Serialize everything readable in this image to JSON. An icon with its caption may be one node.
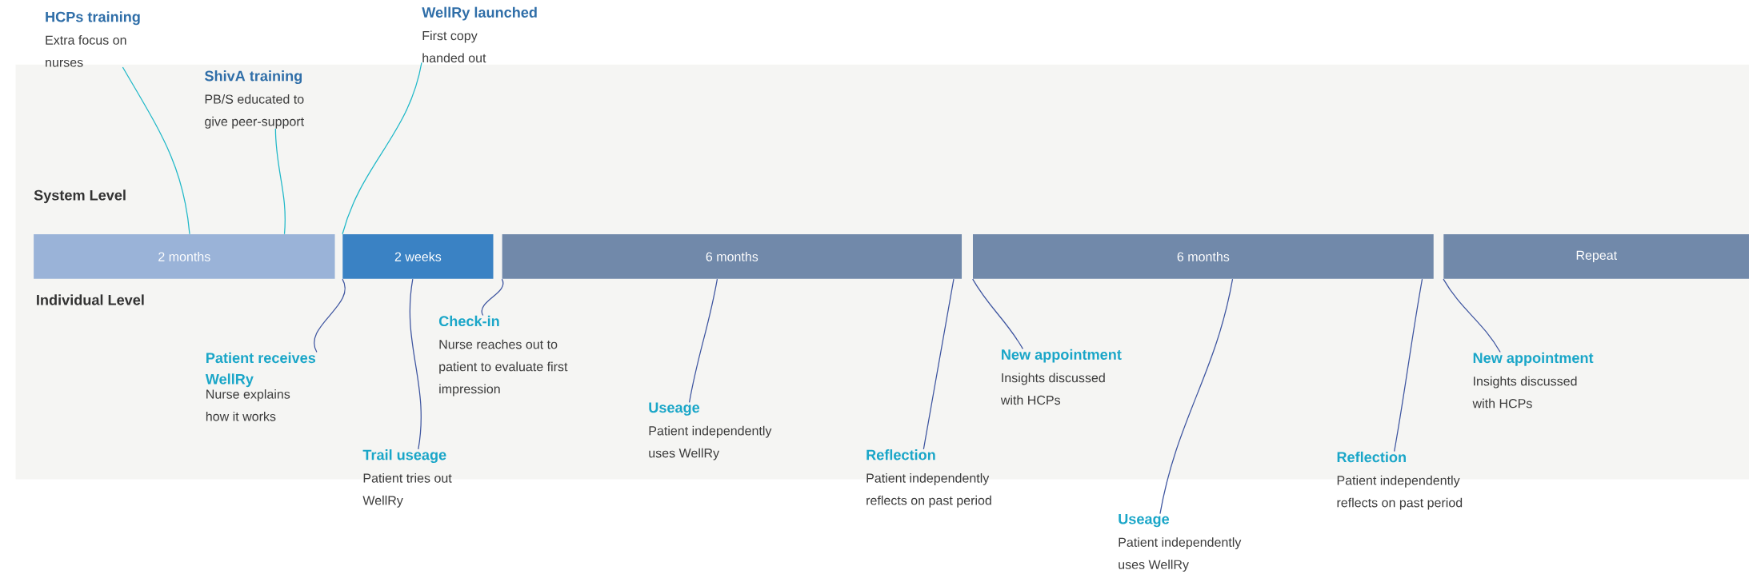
{
  "diagram": {
    "nodes": [
      {
        "text": [
          "2 months"
        ]
      },
      {
        "text": [
          "2 weeks"
        ]
      },
      {
        "text": [
          "6 months"
        ]
      },
      {
        "text": [
          "6 months"
        ]
      },
      {
        "text": [
          "Repeat"
        ]
      },
      {
        "text": [
          "HCPs training",
          "Extra focus on nurses"
        ]
      },
      {
        "text": [
          "ShivA training",
          "PB/S educated to give peer-support"
        ]
      },
      {
        "text": [
          "WellRy launched",
          "First copy handed out"
        ]
      },
      {
        "text": [
          "Patient receives WellRy",
          "Nurse explains how it works"
        ]
      },
      {
        "text": [
          "Trail useage",
          "Patient tries out WellRy"
        ]
      },
      {
        "text": [
          "Check-in",
          "Nurse reaches out to patient to evaluate first impression"
        ]
      },
      {
        "text": [
          "Useage",
          "Patient independently uses WellRy"
        ]
      },
      {
        "text": [
          "Reflection",
          "Patient independently reflects on past period"
        ]
      },
      {
        "text": [
          "New appointment",
          "Insights discussed with HCPs"
        ]
      },
      {
        "text": [
          "Useage",
          "Patient independently uses WellRy"
        ]
      },
      {
        "text": [
          "Reflection",
          "Patient independently reflects on past period"
        ]
      },
      {
        "text": [
          "New appointment",
          "Insights discussed with HCPs"
        ]
      }
    ],
    "edges": [
      {
        "from": 5,
        "to": 0,
        "arrow": "none",
        "color": "#1fb8c8"
      },
      {
        "from": 6,
        "to": 0,
        "arrow": "none",
        "color": "#1fb8c8"
      },
      {
        "from": 7,
        "to": 1,
        "arrow": "none",
        "color": "#1fb8c8"
      },
      {
        "from": 8,
        "to": 1,
        "arrow": "none"
      },
      {
        "from": 9,
        "to": 1,
        "arrow": "none"
      },
      {
        "from": 10,
        "to": 2,
        "arrow": "none"
      },
      {
        "from": 11,
        "to": 2,
        "arrow": "none"
      },
      {
        "from": 12,
        "to": 2,
        "arrow": "none"
      },
      {
        "from": 13,
        "to": 3,
        "arrow": "none"
      },
      {
        "from": 14,
        "to": 3,
        "arrow": "none"
      },
      {
        "from": 15,
        "to": 3,
        "arrow": "none"
      },
      {
        "from": 16,
        "to": 4,
        "arrow": "none"
      }
    ],
    "labels": [
      "System Level",
      "Individual Level"
    ]
  }
}
